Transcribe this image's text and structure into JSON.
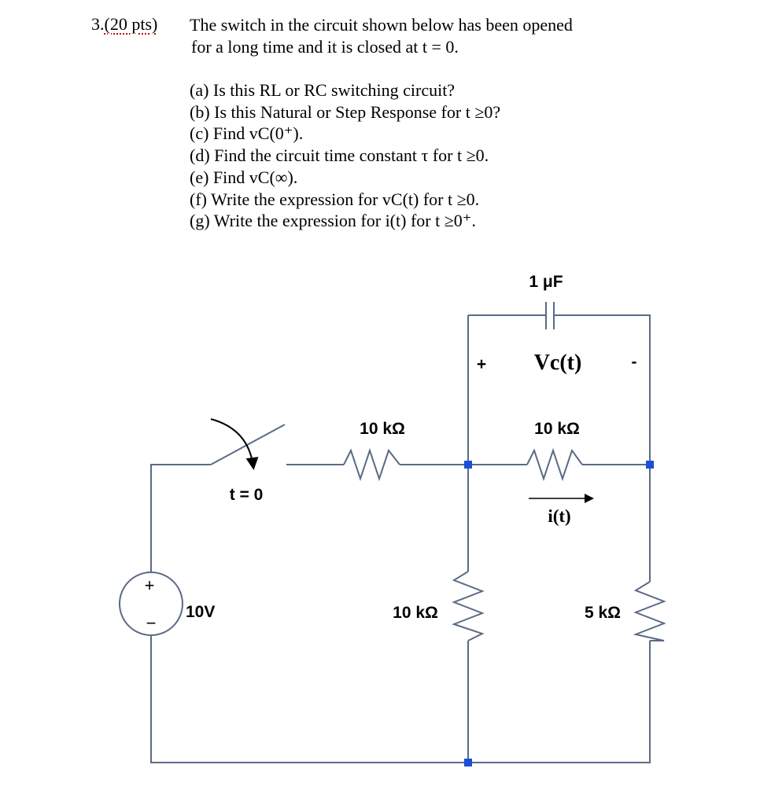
{
  "problem": {
    "number": "3.",
    "points": "(20 pts)",
    "prompt_lines": [
      "The switch in the circuit shown below has been opened",
      "for a long time and it is closed at t = 0."
    ],
    "parts": [
      "(a) Is this RL or RC switching circuit?",
      "(b) Is this Natural or Step Response for t ≥0?",
      "(c) Find vC(0⁺).",
      "(d) Find the circuit time constant τ for t ≥0.",
      "(e) Find vC(∞).",
      "(f) Write the expression for vC(t) for t ≥0.",
      "(g) Write the expression for i(t) for t ≥0⁺."
    ]
  },
  "circuit": {
    "capacitor_label": "1 μF",
    "capacitor_voltage_label": "Vc(t)",
    "plus_sign": "+",
    "minus_sign": "-",
    "switch_label": "t = 0",
    "source_label": "10V",
    "source_plus": "+",
    "source_minus": "−",
    "resistor_series_label": "10 kΩ",
    "resistor_middle_top_label": "10 kΩ",
    "resistor_shunt_label": "10 kΩ",
    "resistor_right_label": "5 kΩ",
    "current_label": "i(t)",
    "colors": {
      "wire": "#5a6b86",
      "node": "#1a4fd6"
    }
  }
}
